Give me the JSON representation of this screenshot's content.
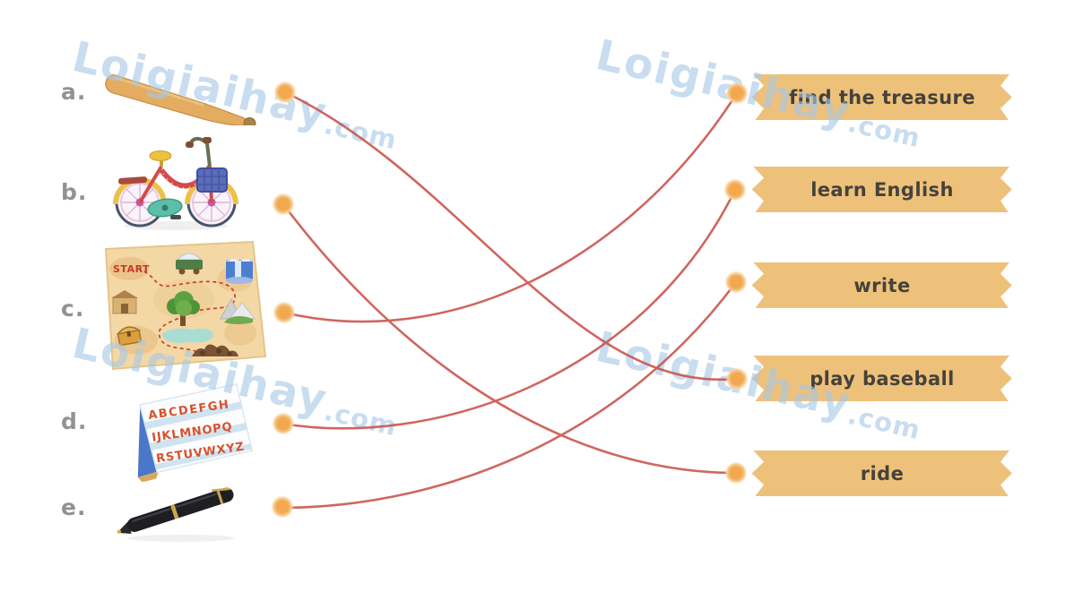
{
  "exercise": {
    "left_items": [
      {
        "letter": "a.",
        "image": "baseball-bat"
      },
      {
        "letter": "b.",
        "image": "bicycle"
      },
      {
        "letter": "c.",
        "image": "treasure-map"
      },
      {
        "letter": "d.",
        "image": "alphabet-chart"
      },
      {
        "letter": "e.",
        "image": "pen"
      }
    ],
    "right_items": [
      {
        "label": "find the treasure"
      },
      {
        "label": "learn English"
      },
      {
        "label": "write"
      },
      {
        "label": "play baseball"
      },
      {
        "label": "ride"
      }
    ],
    "connections": [
      {
        "from": "a",
        "to": "play baseball"
      },
      {
        "from": "b",
        "to": "ride"
      },
      {
        "from": "c",
        "to": "find the treasure"
      },
      {
        "from": "d",
        "to": "learn English"
      },
      {
        "from": "e",
        "to": "write"
      }
    ],
    "map_start_label": "START",
    "alphabet_rows": [
      "ABCDEFGH",
      "IJKLMNOPQ",
      "RSTUVWXYZ"
    ]
  },
  "watermark": {
    "text": "Loigiaihay",
    "suffix": ".com"
  },
  "colors": {
    "banner": "#eec17a",
    "banner_text": "#45423b",
    "line": "#c9524a",
    "dot": "#f2a84e",
    "letter_label": "#929292",
    "watermark": "#a7c8e5"
  }
}
